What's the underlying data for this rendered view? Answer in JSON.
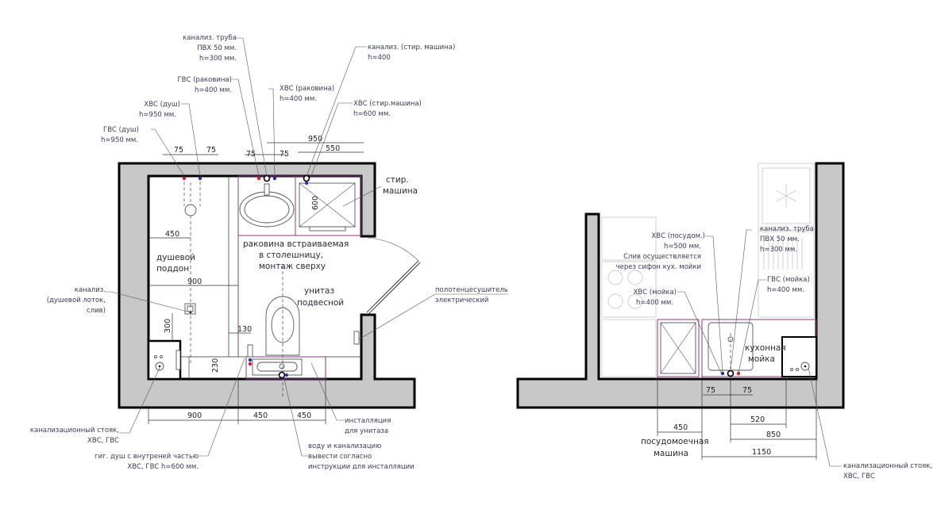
{
  "colors": {
    "hot": "#d0202a",
    "cold": "#2030b0",
    "wall": "#c8c8c8",
    "counter": "#8a3a8a"
  },
  "bathroom": {
    "notes": {
      "drain_pipe": [
        "канализ. труба",
        "ПВХ 50 мм.",
        "h=300 мм."
      ],
      "washer_drain": [
        "канализ. (стир. машина)",
        "h=400"
      ],
      "hot_sink": [
        "ГВС (раковина)",
        "h=400 мм."
      ],
      "cold_sink": [
        "ХВС (раковина)",
        "h=400 мм."
      ],
      "cold_shower": [
        "ХВС (душ)",
        "h=950 мм."
      ],
      "cold_washer": [
        "ХВС (стир.машина)",
        "h=600 мм."
      ],
      "hot_shower": [
        "ГВС (душ)",
        "h=950 мм."
      ],
      "shower_drain": [
        "канализ.",
        "(душевой лоток,",
        "слив)"
      ],
      "riser": [
        "канализационный стояк,",
        "ХВС, ГВС"
      ],
      "hygienic_shower": [
        "гиг. душ с внутреней частью",
        "ХВС, ГВС  h=600 мм."
      ],
      "water_instructions": [
        "воду и канализацию",
        "вывести согласно",
        "инструкции для инсталляции"
      ],
      "installation": [
        "инсталляция",
        "для унитаза"
      ],
      "towel_dryer": [
        "полотенцесушитель",
        "электрический"
      ]
    },
    "labels": {
      "washer": [
        "стир.",
        "машина"
      ],
      "sink": [
        "раковина встраиваемая",
        "в столешницу,",
        "монтаж сверху"
      ],
      "shower_tray": [
        "душевой",
        "поддон"
      ],
      "toilet": [
        "унитаз",
        "подвесной"
      ]
    },
    "dims": {
      "d75a": "75",
      "d75b": "75",
      "d75c": "75",
      "d75d": "75",
      "d950": "950",
      "d550": "550",
      "d600": "600",
      "d450_top": "450",
      "d900_mid": "900",
      "d300": "300",
      "d130": "130",
      "d230": "230",
      "d900_bot": "900",
      "d450_b1": "450",
      "d450_b2": "450"
    }
  },
  "kitchen": {
    "notes": {
      "cold_dishwasher": [
        "ХВС (посудом.)",
        "h=500 мм.",
        "Слив осуществляется",
        "через сифон кух. мойки"
      ],
      "drain_pipe": [
        "канализ. труба",
        "ПВХ 50 мм.",
        "h=300 мм."
      ],
      "hot_sink": [
        "ГВС (мойка)",
        "h=400 мм."
      ],
      "cold_sink": [
        "ХВС (мойка)",
        "h=400 мм."
      ],
      "riser": [
        "канализационный стояк,",
        "ХВС, ГВС"
      ]
    },
    "labels": {
      "kitchen_sink": [
        "кухонная",
        "мойка"
      ],
      "dishwasher": [
        "посудомоечная",
        "машина"
      ]
    },
    "dims": {
      "d75a": "75",
      "d75b": "75",
      "d450": "450",
      "d520": "520",
      "d850": "850",
      "d1150": "1150"
    }
  }
}
